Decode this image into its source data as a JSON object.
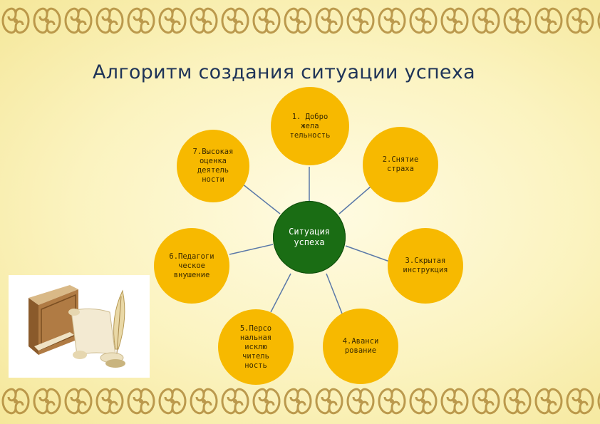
{
  "title": "Алгоритм создания ситуации успеха",
  "colors": {
    "petal": "#f7b900",
    "center": "#1a6d14",
    "connector": "#5a78a8",
    "title": "#1f3458",
    "ornament": "#b08a3a"
  },
  "diagram": {
    "center": {
      "label": "Ситуация\nуспеха"
    },
    "nodes": [
      {
        "label": "1. Добро\nжела\nтельность"
      },
      {
        "label": "2.Снятие\nстраха"
      },
      {
        "label": "3.Скрытая\nинструкция"
      },
      {
        "label": "4.Аванси\nрование"
      },
      {
        "label": "5.Персо\nнальная\nисклю\nчитель\nность"
      },
      {
        "label": "6.Педагоги\nческое\nвнушение"
      },
      {
        "label": "7.Высокая\nоценка\nдеятель\nности"
      }
    ]
  },
  "decor": {
    "corner_icon": "book-and-quill-icon",
    "border_pattern": "ornament-pattern"
  }
}
